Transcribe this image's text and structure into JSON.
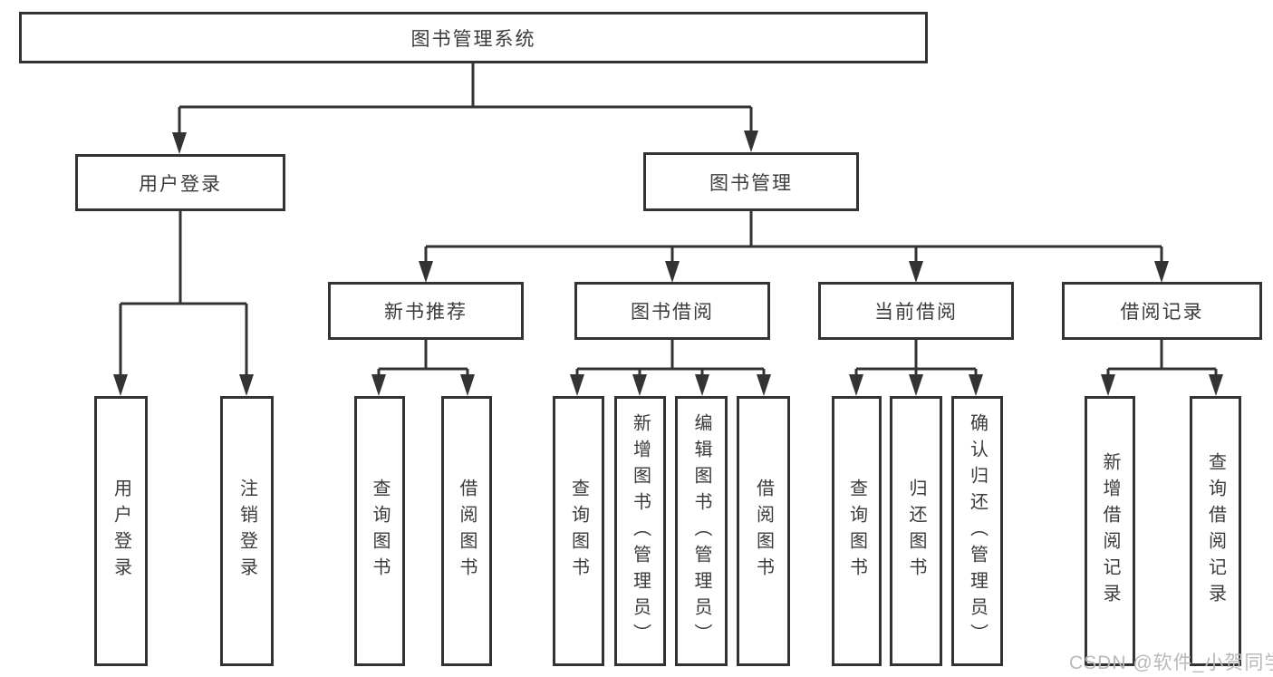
{
  "diagram": {
    "root": {
      "label": "图书管理系统"
    },
    "user_login": {
      "label": "用户登录",
      "children": [
        {
          "label": "用户登录"
        },
        {
          "label": "注销登录"
        }
      ]
    },
    "book_management": {
      "label": "图书管理",
      "sections": [
        {
          "label": "新书推荐",
          "children": [
            {
              "label": "查询图书"
            },
            {
              "label": "借阅图书"
            }
          ]
        },
        {
          "label": "图书借阅",
          "children": [
            {
              "label": "查询图书"
            },
            {
              "label": "新增图书（管理员）"
            },
            {
              "label": "编辑图书（管理员）"
            },
            {
              "label": "借阅图书"
            }
          ]
        },
        {
          "label": "当前借阅",
          "children": [
            {
              "label": "查询图书"
            },
            {
              "label": "归还图书"
            },
            {
              "label": "确认归还（管理员）"
            }
          ]
        },
        {
          "label": "借阅记录",
          "children": [
            {
              "label": "新增借阅记录"
            },
            {
              "label": "查询借阅记录"
            }
          ]
        }
      ]
    }
  },
  "watermark": {
    "text": "CSDN @软件_小贺同学"
  },
  "colors": {
    "line": "#333333",
    "box_border": "#333333",
    "text": "#3b3b3b",
    "background": "#ffffff",
    "watermark": "#b9b9b9"
  }
}
